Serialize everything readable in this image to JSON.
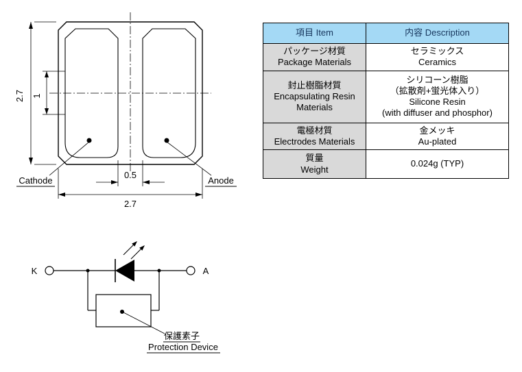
{
  "drawing": {
    "dim_height": "2.7",
    "dim_inner_height": "1",
    "dim_width": "2.7",
    "dim_gap": "0.5",
    "cathode_label": "Cathode",
    "anode_label": "Anode"
  },
  "table": {
    "header": {
      "item": "項目 Item",
      "description": "内容 Description"
    },
    "rows": [
      {
        "item": "パッケージ材質\nPackage Materials",
        "description": "セラミックス\nCeramics"
      },
      {
        "item": "封止樹脂材質\nEncapsulating Resin\nMaterials",
        "description": "シリコーン樹脂\n（拡散剤+蛍光体入り）\nSilicone Resin\n(with diffuser and phosphor)"
      },
      {
        "item": "電極材質\nElectrodes Materials",
        "description": "金メッキ\nAu-plated"
      },
      {
        "item": "質量\nWeight",
        "description": "0.024g (TYP)"
      }
    ]
  },
  "circuit": {
    "cathode_terminal": "K",
    "anode_terminal": "A",
    "protection_label_jp": "保護素子",
    "protection_label_en": "Protection Device"
  },
  "colors": {
    "table_header_bg": "#a4d9f5",
    "table_item_bg": "#d9d9d9",
    "line_color": "#000000"
  }
}
